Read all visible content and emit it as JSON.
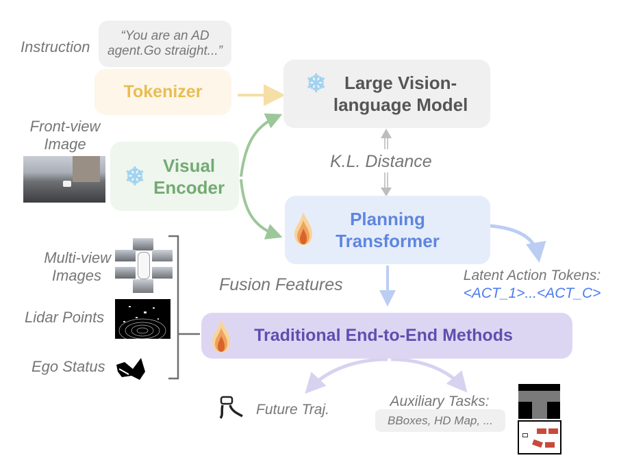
{
  "colors": {
    "tokenizer_bg": "#fdf6e9",
    "tokenizer_text": "#e8bd52",
    "vlm_bg": "#f0f0f0",
    "vlm_text": "#555555",
    "encoder_bg": "#eef6ee",
    "encoder_text": "#74aa72",
    "planning_bg": "#e6edfa",
    "planning_text": "#5e86e0",
    "e2e_bg": "#ddd6f3",
    "e2e_text": "#5e4fae",
    "label_gray": "#767676",
    "act_blue": "#4a7cf0",
    "arrow_yellow": "#f5dfa6",
    "arrow_green": "#9cc79a",
    "arrow_gray": "#bdbdbd",
    "arrow_blue": "#bccdf3",
    "arrow_purple": "#d8d2f1"
  },
  "inputs": {
    "instruction_label": "Instruction",
    "instruction_text_line1": "“You are an AD",
    "instruction_text_line2": "agent.Go straight...”",
    "front_view_label_line1": "Front-view",
    "front_view_label_line2": "Image",
    "multiview_label_line1": "Multi-view",
    "multiview_label_line2": "Images",
    "lidar_label": "Lidar Points",
    "ego_label": "Ego Status"
  },
  "modules": {
    "tokenizer": "Tokenizer",
    "vlm_line1": "Large Vision-",
    "vlm_line2": "language Model",
    "encoder_line1": "Visual",
    "encoder_line2": "Encoder",
    "planning_line1": "Planning",
    "planning_line2": "Transformer",
    "e2e": "Traditional End-to-End Methods"
  },
  "edges": {
    "kl": "K.L. Distance",
    "fusion": "Fusion Features",
    "latent_title": "Latent Action Tokens:",
    "latent_tokens": "<ACT_1>...<ACT_C>"
  },
  "outputs": {
    "future_traj": "Future Traj.",
    "aux_title": "Auxiliary Tasks:",
    "aux_items": "BBoxes, HD Map, ..."
  },
  "icons": {
    "frozen": "❄",
    "trainable": "flame-icon"
  }
}
